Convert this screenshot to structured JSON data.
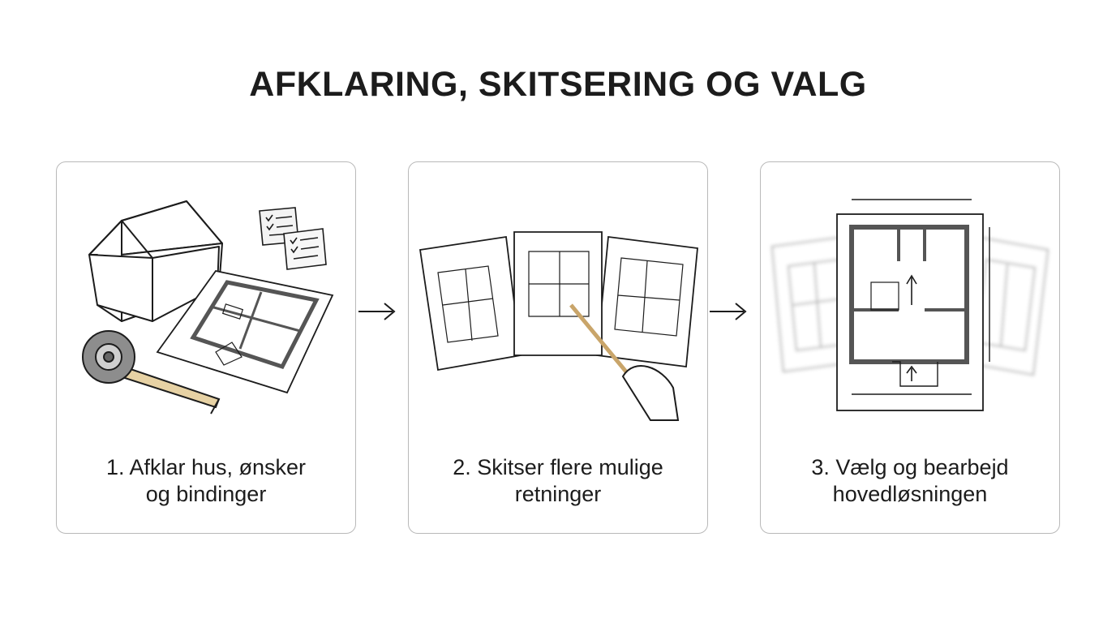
{
  "title": "AFKLARING, SKITSERING OG VALG",
  "steps": [
    {
      "line1": "1. Afklar hus, ønsker",
      "line2": "og bindinger"
    },
    {
      "line1": "2. Skitser flere mulige",
      "line2": "retninger"
    },
    {
      "line1": "3. Vælg og bearbejd",
      "line2": "hovedløsningen"
    }
  ],
  "icons": [
    "house-icon",
    "checklist-icon",
    "floor-plan-icon",
    "tape-measure-icon",
    "sketch-sheets-icon",
    "pencil-hand-icon",
    "final-plan-icon",
    "arrow-right-icon"
  ],
  "colors": {
    "stroke": "#1c1c1c",
    "card_border": "#b9b9b9",
    "wall": "#555555",
    "tape": "#e7d2a4"
  }
}
